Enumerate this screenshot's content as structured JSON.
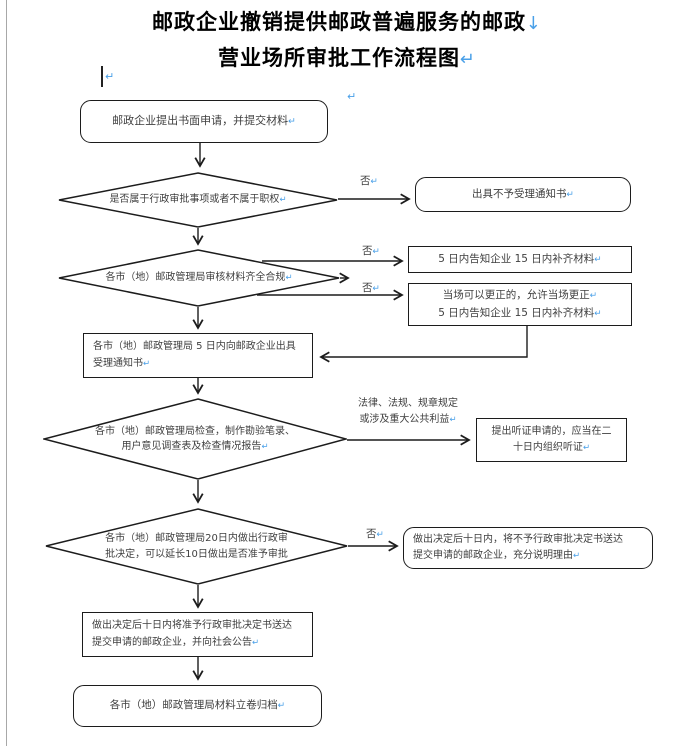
{
  "title": {
    "line1": "邮政企业撤销提供邮政普遍服务的邮政",
    "line2": "营业场所审批工作流程图"
  },
  "marks": {
    "pilcrow": "↵",
    "linebreak": "↓"
  },
  "labels": {
    "no": "否",
    "hearing_condition_line1": "法律、法规、规章规定",
    "hearing_condition_line2": "或涉及重大公共利益"
  },
  "nodes": {
    "apply": {
      "text": "邮政企业提出书面申请，并提交材料"
    },
    "decision_jurisdiction": {
      "text": "是否属于行政审批事项或者不属于职权"
    },
    "notice_reject": {
      "text": "出具不予受理通知书"
    },
    "decision_materials": {
      "text": "各市（地）邮政管理局审核材料齐全合规"
    },
    "inform_supplement": {
      "text": "5 日内告知企业 15 日内补齐材料"
    },
    "correct_onsite": {
      "line1": "当场可以更正的，允许当场更正",
      "line2": "5 日内告知企业 15 日内补齐材料"
    },
    "acceptance_notice": {
      "line1": "各市（地）邮政管理局 5 日内向邮政企业出具",
      "line2": "受理通知书"
    },
    "inspection": {
      "line1": "各市（地）邮政管理局检查，制作勘验笔录、",
      "line2": "用户意见调查表及检查情况报告"
    },
    "hearing": {
      "line1": "提出听证申请的，应当在二",
      "line2": "十日内组织听证"
    },
    "decision_approval": {
      "line1": "各市（地）邮政管理局20日内做出行政审",
      "line2": "批决定，可以延长10日做出是否准予审批"
    },
    "reject_delivery": {
      "line1": "做出决定后十日内，将不予行政审批决定书送达",
      "line2": "提交申请的邮政企业，充分说明理由"
    },
    "approve_delivery": {
      "line1": "做出决定后十日内将准予行政审批决定书送达",
      "line2": "提交申请的邮政企业，并向社会公告"
    },
    "archive": {
      "text": "各市（地）邮政管理局材料立卷归档"
    }
  },
  "colors": {
    "mark_blue": "#4aa0e8",
    "line_black": "#1c1c1c",
    "text": "#3f3f3f"
  }
}
